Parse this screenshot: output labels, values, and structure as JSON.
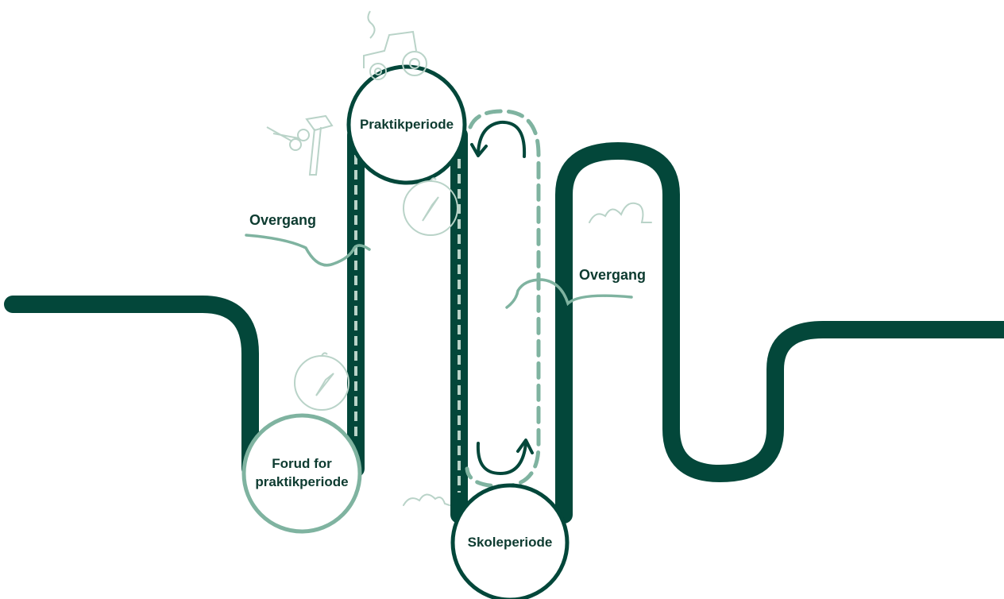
{
  "colors": {
    "dark_green": "#03473a",
    "light_green": "#7fb3a0",
    "doodle": "#b9d3c8",
    "text": "#0d3b30",
    "background": "#ffffff"
  },
  "nodes": {
    "praktikperiode": "Praktikperiode",
    "skoleperiode": "Skoleperiode",
    "forud_line1": "Forud for",
    "forud_line2": "praktikperiode"
  },
  "transitions": {
    "left": "Overgang",
    "right": "Overgang"
  },
  "icons": [
    "tractor-icon",
    "scissors-icon",
    "hammer-icon",
    "compass-icon",
    "cloud-icon",
    "cycle-arrow-icon"
  ]
}
